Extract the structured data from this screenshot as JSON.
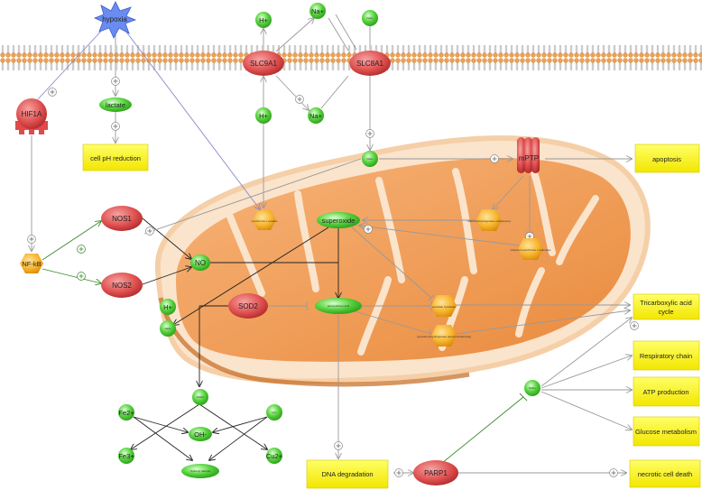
{
  "nodes": {
    "hypoxia": "hypoxia",
    "hif1a": "HIF1A",
    "lactate": "lactate",
    "cell_ph": "cell pH reduction",
    "nfkb": "NF-kB",
    "nos1": "NOS1",
    "nos2": "NOS2",
    "no": "NO",
    "slc9a1": "SLC9A1",
    "slc8a1": "SLC8A1",
    "h_top": "H+",
    "h_mid": "H+",
    "na_top": "Na+",
    "na_bot": "Na+",
    "ca_top": "Ca2+",
    "ca_mid": "Ca2+",
    "mptp": "mPTP",
    "apoptosis": "apoptosis",
    "superoxide": "superoxide",
    "sod2": "SOD2",
    "peroxynitrous": "peroxynitrous acid",
    "h_left": "H+",
    "water": "water",
    "h2o2": "H2O2",
    "fe2": "Fe2+",
    "fe3": "Fe3+",
    "cu1": "Cu+",
    "cu2": "Cu2+",
    "oh": "OH-",
    "hydroxyl": "hydroxyl radicals",
    "tca": "Tricarboxylic acid cycle",
    "resp": "Respiratory chain",
    "atp": "ATP production",
    "glucose": "Glucose metabolism",
    "dna": "DNA degradation",
    "parp1": "PARP1",
    "nad": "NAD+",
    "necrotic": "necrotic cell death",
    "cytochrome": "cytochrome c oxidase",
    "nadh": "NADH dehydrogenase (ubiquinone)",
    "ubiq": "ubiquinol-cytochrome c reductase",
    "aconitase": "aconitate hydratase",
    "pdh": "pyruvate dehydrogenase (acetyl-transferring)"
  },
  "plus_sign": "+"
}
